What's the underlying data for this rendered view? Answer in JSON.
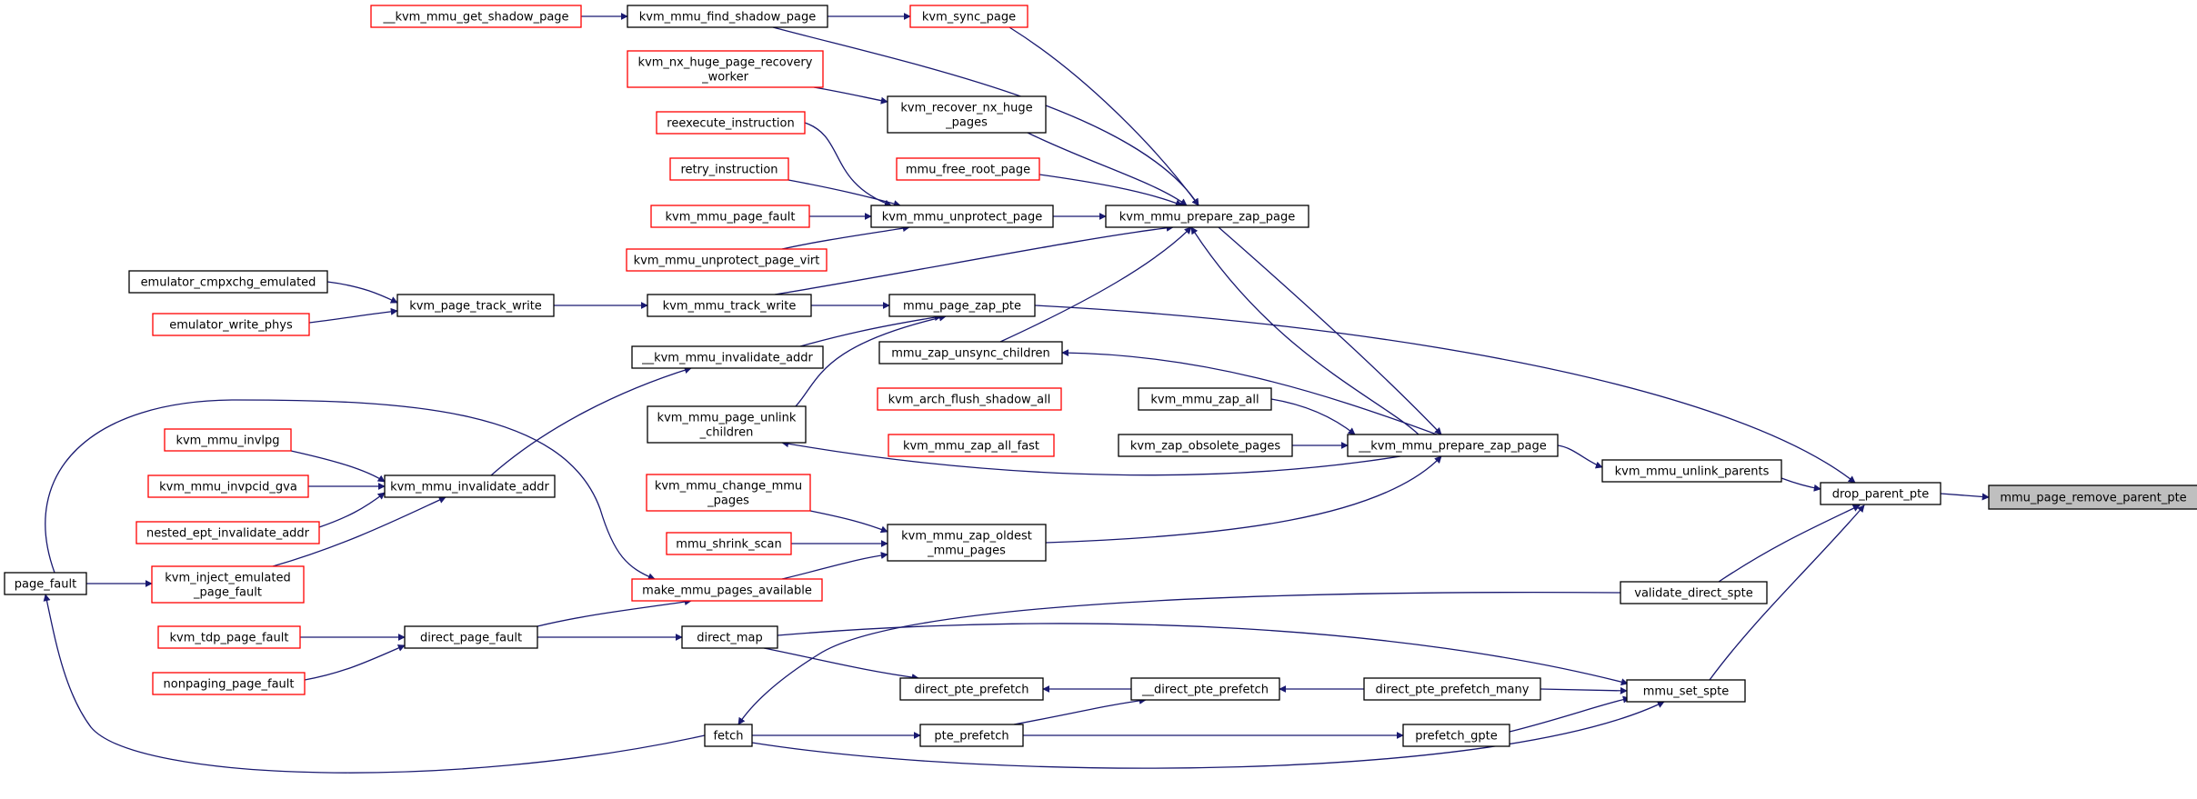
{
  "colors": {
    "edge": "#191970",
    "caller_border": "#ff0000",
    "node_border": "#000000",
    "target_fill": "#bfbfbf"
  },
  "nodes": [
    {
      "id": "mmu_page_remove_parent_pte",
      "lines": [
        "mmu_page_remove_parent_pte"
      ],
      "style": "grey"
    },
    {
      "id": "drop_parent_pte",
      "lines": [
        "drop_parent_pte"
      ],
      "style": "black"
    },
    {
      "id": "kvm_mmu_unlink_parents",
      "lines": [
        "kvm_mmu_unlink_parents"
      ],
      "style": "black"
    },
    {
      "id": "validate_direct_spte",
      "lines": [
        "validate_direct_spte"
      ],
      "style": "black"
    },
    {
      "id": "mmu_set_spte",
      "lines": [
        "mmu_set_spte"
      ],
      "style": "black"
    },
    {
      "id": "mmu_page_zap_pte",
      "lines": [
        "mmu_page_zap_pte"
      ],
      "style": "black"
    },
    {
      "id": "__kvm_mmu_prepare_zap_page",
      "lines": [
        "__kvm_mmu_prepare_zap_page"
      ],
      "style": "black"
    },
    {
      "id": "kvm_mmu_prepare_zap_page",
      "lines": [
        "kvm_mmu_prepare_zap_page"
      ],
      "style": "black"
    },
    {
      "id": "kvm_mmu_unprotect_page",
      "lines": [
        "kvm_mmu_unprotect_page"
      ],
      "style": "black"
    },
    {
      "id": "kvm_mmu_track_write",
      "lines": [
        "kvm_mmu_track_write"
      ],
      "style": "black"
    },
    {
      "id": "kvm_page_track_write",
      "lines": [
        "kvm_page_track_write"
      ],
      "style": "black"
    },
    {
      "id": "emulator_cmpxchg_emulated",
      "lines": [
        "emulator_cmpxchg_emulated"
      ],
      "style": "black"
    },
    {
      "id": "emulator_write_phys",
      "lines": [
        "emulator_write_phys"
      ],
      "style": "red"
    },
    {
      "id": "kvm_mmu_find_shadow_page",
      "lines": [
        "kvm_mmu_find_shadow_page"
      ],
      "style": "black"
    },
    {
      "id": "__kvm_mmu_get_shadow_page",
      "lines": [
        "__kvm_mmu_get_shadow_page"
      ],
      "style": "red"
    },
    {
      "id": "kvm_sync_page",
      "lines": [
        "kvm_sync_page"
      ],
      "style": "red"
    },
    {
      "id": "kvm_nx_huge_page_recovery_worker",
      "lines": [
        "kvm_nx_huge_page_recovery",
        "_worker"
      ],
      "style": "red"
    },
    {
      "id": "kvm_recover_nx_huge_pages",
      "lines": [
        "kvm_recover_nx_huge",
        "_pages"
      ],
      "style": "black"
    },
    {
      "id": "reexecute_instruction",
      "lines": [
        "reexecute_instruction"
      ],
      "style": "red"
    },
    {
      "id": "retry_instruction",
      "lines": [
        "retry_instruction"
      ],
      "style": "red"
    },
    {
      "id": "mmu_free_root_page",
      "lines": [
        "mmu_free_root_page"
      ],
      "style": "red"
    },
    {
      "id": "kvm_mmu_page_fault",
      "lines": [
        "kvm_mmu_page_fault"
      ],
      "style": "red"
    },
    {
      "id": "kvm_mmu_unprotect_page_virt",
      "lines": [
        "kvm_mmu_unprotect_page_virt"
      ],
      "style": "red"
    },
    {
      "id": "__kvm_mmu_invalidate_addr",
      "lines": [
        "__kvm_mmu_invalidate_addr"
      ],
      "style": "black"
    },
    {
      "id": "mmu_zap_unsync_children",
      "lines": [
        "mmu_zap_unsync_children"
      ],
      "style": "black"
    },
    {
      "id": "kvm_mmu_page_unlink_children",
      "lines": [
        "kvm_mmu_page_unlink",
        "_children"
      ],
      "style": "black"
    },
    {
      "id": "kvm_arch_flush_shadow_all",
      "lines": [
        "kvm_arch_flush_shadow_all"
      ],
      "style": "red"
    },
    {
      "id": "kvm_mmu_zap_all",
      "lines": [
        "kvm_mmu_zap_all"
      ],
      "style": "black"
    },
    {
      "id": "kvm_mmu_zap_all_fast",
      "lines": [
        "kvm_mmu_zap_all_fast"
      ],
      "style": "red"
    },
    {
      "id": "kvm_zap_obsolete_pages",
      "lines": [
        "kvm_zap_obsolete_pages"
      ],
      "style": "black"
    },
    {
      "id": "kvm_mmu_invalidate_addr",
      "lines": [
        "kvm_mmu_invalidate_addr"
      ],
      "style": "black"
    },
    {
      "id": "kvm_mmu_invlpg",
      "lines": [
        "kvm_mmu_invlpg"
      ],
      "style": "red"
    },
    {
      "id": "kvm_mmu_invpcid_gva",
      "lines": [
        "kvm_mmu_invpcid_gva"
      ],
      "style": "red"
    },
    {
      "id": "nested_ept_invalidate_addr",
      "lines": [
        "nested_ept_invalidate_addr"
      ],
      "style": "red"
    },
    {
      "id": "kvm_inject_emulated_page_fault",
      "lines": [
        "kvm_inject_emulated",
        "_page_fault"
      ],
      "style": "red"
    },
    {
      "id": "page_fault",
      "lines": [
        "page_fault"
      ],
      "style": "black"
    },
    {
      "id": "kvm_mmu_change_mmu_pages",
      "lines": [
        "kvm_mmu_change_mmu",
        "_pages"
      ],
      "style": "red"
    },
    {
      "id": "mmu_shrink_scan",
      "lines": [
        "mmu_shrink_scan"
      ],
      "style": "red"
    },
    {
      "id": "make_mmu_pages_available",
      "lines": [
        "make_mmu_pages_available"
      ],
      "style": "red"
    },
    {
      "id": "kvm_mmu_zap_oldest_mmu_pages",
      "lines": [
        "kvm_mmu_zap_oldest",
        "_mmu_pages"
      ],
      "style": "black"
    },
    {
      "id": "direct_page_fault",
      "lines": [
        "direct_page_fault"
      ],
      "style": "black"
    },
    {
      "id": "kvm_tdp_page_fault",
      "lines": [
        "kvm_tdp_page_fault"
      ],
      "style": "red"
    },
    {
      "id": "nonpaging_page_fault",
      "lines": [
        "nonpaging_page_fault"
      ],
      "style": "red"
    },
    {
      "id": "direct_map",
      "lines": [
        "direct_map"
      ],
      "style": "black"
    },
    {
      "id": "direct_pte_prefetch",
      "lines": [
        "direct_pte_prefetch"
      ],
      "style": "black"
    },
    {
      "id": "__direct_pte_prefetch",
      "lines": [
        "__direct_pte_prefetch"
      ],
      "style": "black"
    },
    {
      "id": "direct_pte_prefetch_many",
      "lines": [
        "direct_pte_prefetch_many"
      ],
      "style": "black"
    },
    {
      "id": "fetch",
      "lines": [
        "fetch"
      ],
      "style": "black"
    },
    {
      "id": "pte_prefetch",
      "lines": [
        "pte_prefetch"
      ],
      "style": "black"
    },
    {
      "id": "prefetch_gpte",
      "lines": [
        "prefetch_gpte"
      ],
      "style": "black"
    }
  ]
}
